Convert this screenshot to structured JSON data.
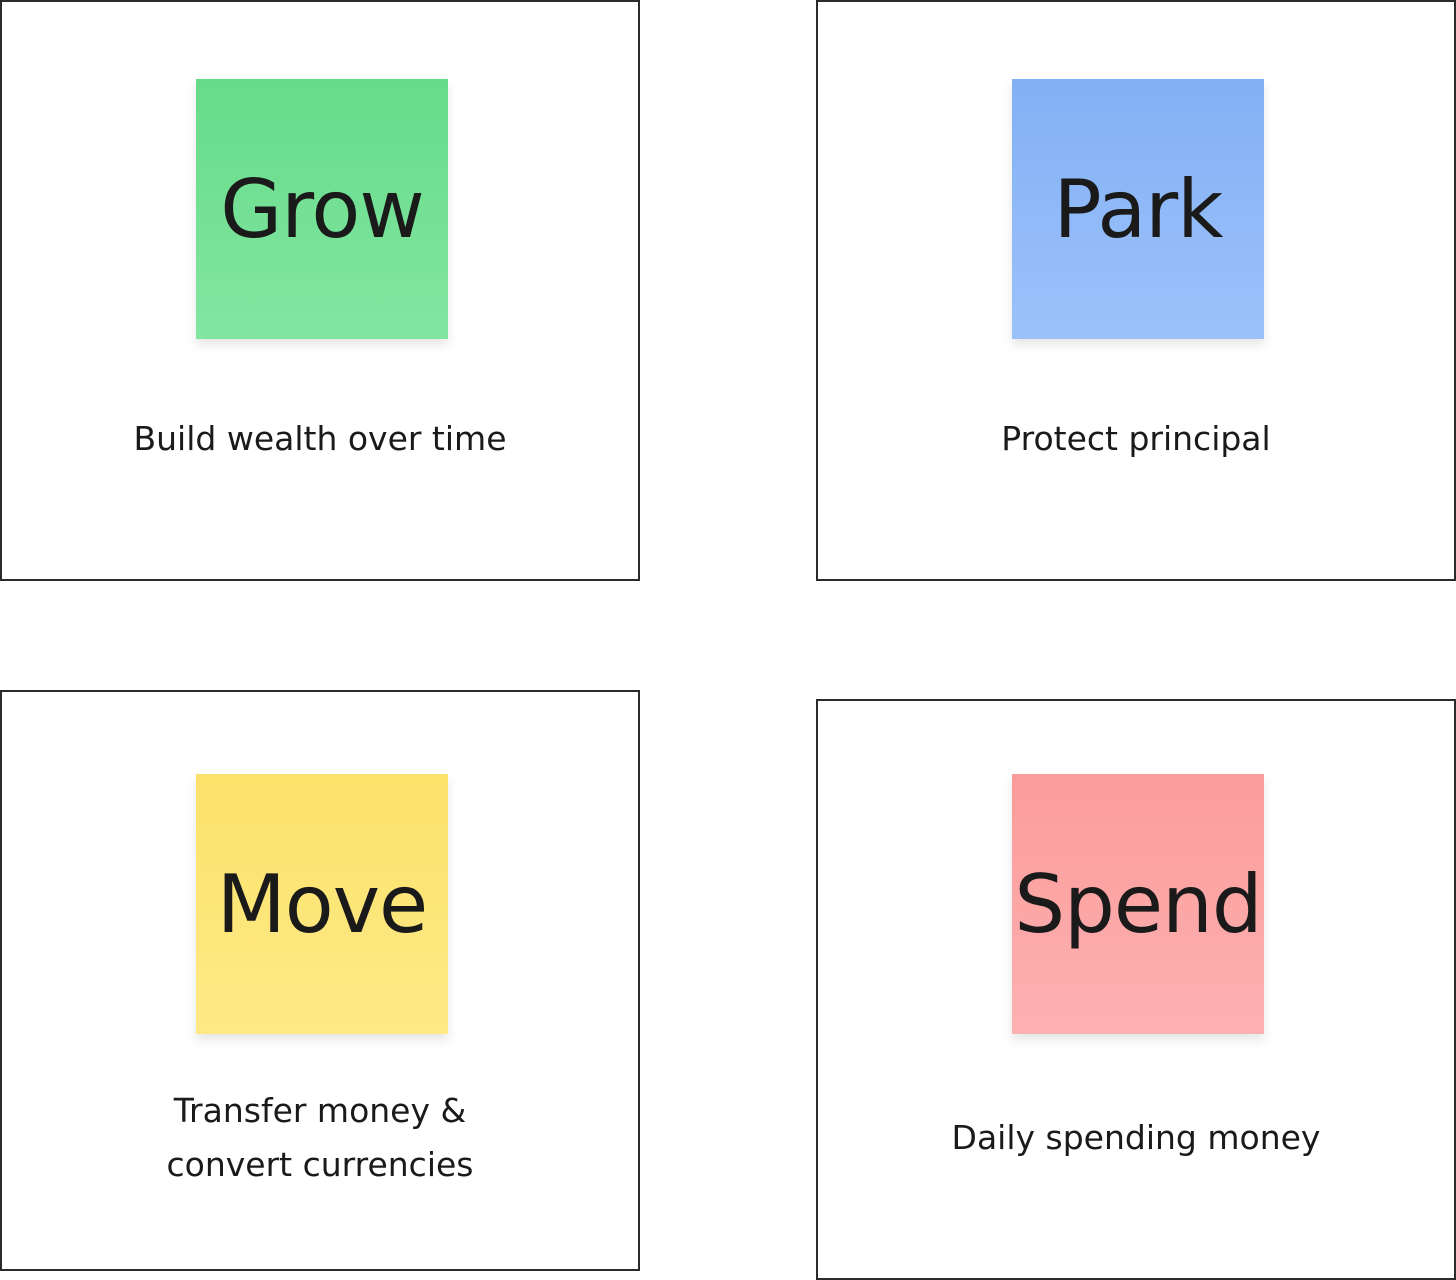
{
  "cards": [
    {
      "label": "Grow",
      "caption": "Build wealth over time",
      "color_top": "#66db8a",
      "color_bottom": "#82e6a0"
    },
    {
      "label": "Park",
      "caption": "Protect principal",
      "color_top": "#82b0f5",
      "color_bottom": "#9cc2fa"
    },
    {
      "label": "Move",
      "caption": "Transfer money &\nconvert currencies",
      "color_top": "#fce26a",
      "color_bottom": "#fee986"
    },
    {
      "label": "Spend",
      "caption": "Daily spending money",
      "color_top": "#fc9b9b",
      "color_bottom": "#fdb1b1"
    }
  ]
}
